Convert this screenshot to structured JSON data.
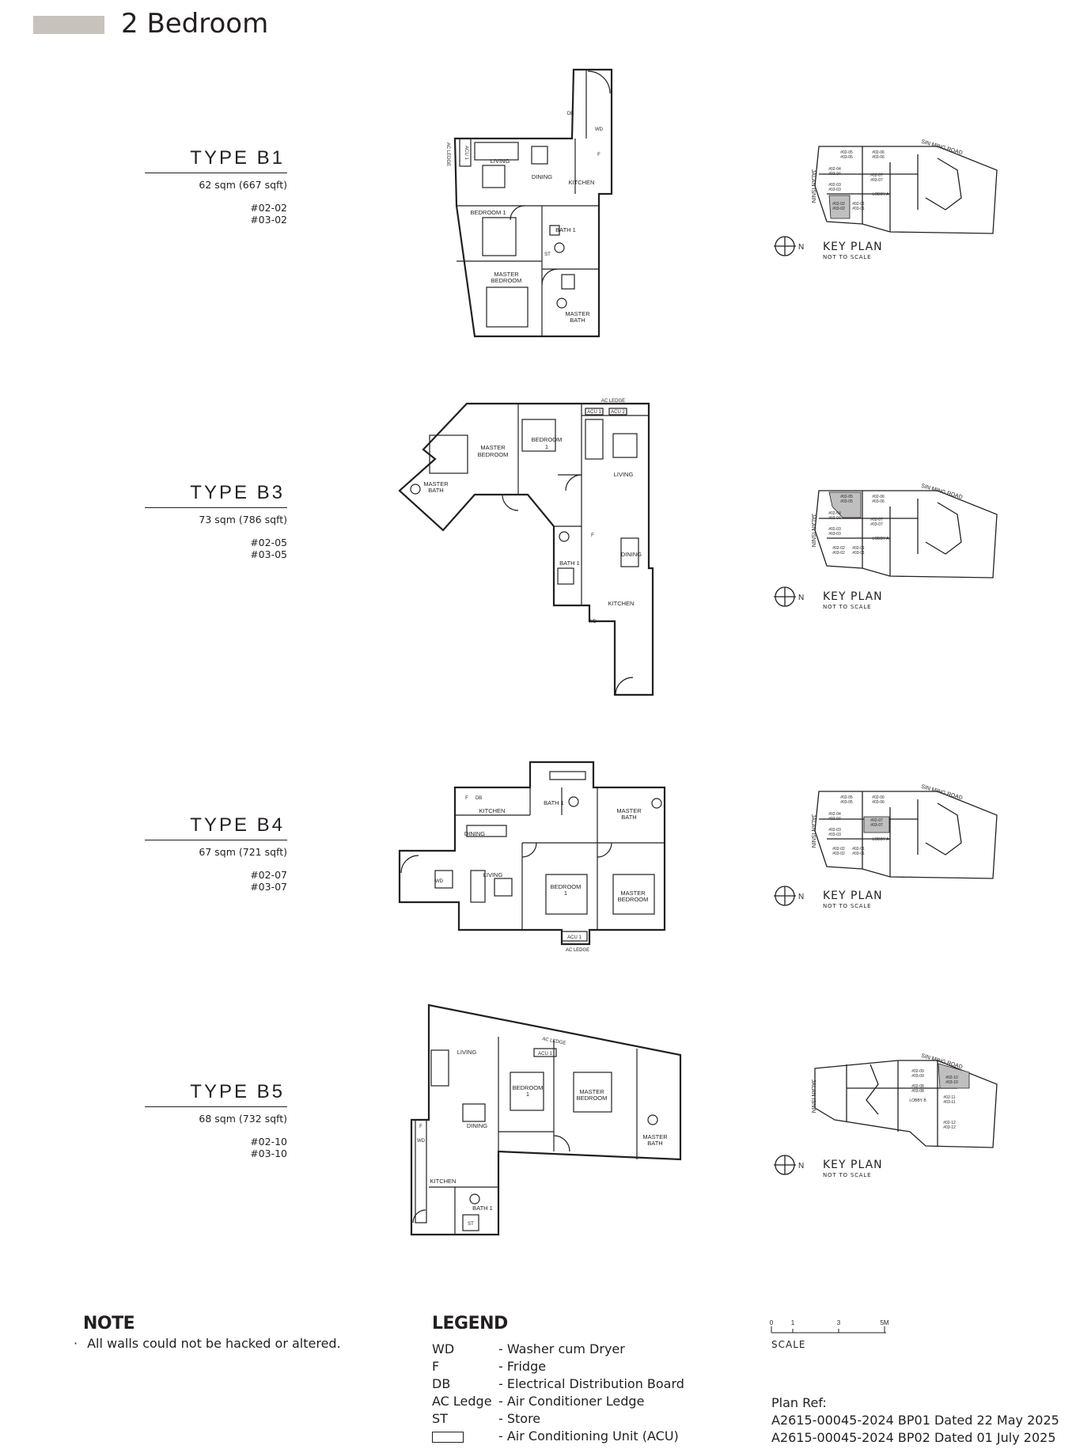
{
  "page": {
    "title": "2 Bedroom"
  },
  "units": [
    {
      "type": "TYPE B1",
      "area": "62 sqm (667 sqft)",
      "numbers": [
        "#02-02",
        "#03-02"
      ],
      "rooms": [
        "LIVING",
        "DINING",
        "KITCHEN",
        "BEDROOM 1",
        "BATH 1",
        "MASTER",
        "BEDROOM",
        "MASTER",
        "BATH"
      ],
      "tags": [
        "AC LEDGE",
        "ACU 1",
        "ST",
        "F",
        "WD",
        "DB"
      ]
    },
    {
      "type": "TYPE B3",
      "area": "73 sqm (786 sqft)",
      "numbers": [
        "#02-05",
        "#03-05"
      ],
      "rooms": [
        "MASTER",
        "BEDROOM",
        "BEDROOM",
        "1",
        "LIVING",
        "MASTER",
        "BATH",
        "BATH 1",
        "DINING",
        "KITCHEN"
      ],
      "tags": [
        "AC LEDGE",
        "ACU 1",
        "ACU 2",
        "F",
        "WD"
      ]
    },
    {
      "type": "TYPE B4",
      "area": "67 sqm (721 sqft)",
      "numbers": [
        "#02-07",
        "#03-07"
      ],
      "rooms": [
        "KITCHEN",
        "DINING",
        "BATH 1",
        "MASTER",
        "BATH",
        "LIVING",
        "BEDROOM",
        "1",
        "MASTER",
        "BEDROOM"
      ],
      "tags": [
        "AC LEDGE",
        "ACU 1",
        "F",
        "WD",
        "DB"
      ]
    },
    {
      "type": "TYPE B5",
      "area": "68 sqm (732 sqft)",
      "numbers": [
        "#02-10",
        "#03-10"
      ],
      "rooms": [
        "LIVING",
        "BEDROOM",
        "1",
        "MASTER",
        "BEDROOM",
        "DINING",
        "MASTER",
        "BATH",
        "KITCHEN",
        "BATH 1"
      ],
      "tags": [
        "AC LEDGE",
        "ACU 1",
        "F",
        "WD",
        "ST"
      ]
    }
  ],
  "keyplan": {
    "title": "KEY PLAN",
    "subtitle": "NOT TO SCALE",
    "north": "N",
    "road_main": "SIN MING ROAD",
    "road_side": "JALAN ISNIN",
    "lobby": "LOBBY A",
    "unit_labels": [
      "#02-05",
      "#03-05",
      "#02-06",
      "#03-06",
      "#02-04",
      "#03-04",
      "#02-07",
      "#03-07",
      "#02-03",
      "#03-03",
      "#02-02",
      "#03-02",
      "#02-01",
      "#03-01"
    ],
    "unit_labels_b5": [
      "#02-09",
      "#03-09",
      "#02-10",
      "#03-10",
      "#02-08",
      "#03-08",
      "#02-11",
      "#03-11",
      "#02-12",
      "#03-12"
    ],
    "lobby_b5": "LOBBY B",
    "highlight_color": "#bfbfbf"
  },
  "note": {
    "heading": "NOTE",
    "items": [
      "All walls could not be hacked or altered."
    ],
    "bullet": "·"
  },
  "legend": {
    "heading": "LEGEND",
    "items": [
      {
        "abbr": "WD",
        "desc": "- Washer cum Dryer"
      },
      {
        "abbr": "F",
        "desc": "- Fridge"
      },
      {
        "abbr": "DB",
        "desc": "- Electrical Distribution Board"
      },
      {
        "abbr": "AC Ledge",
        "desc": "- Air Conditioner Ledge"
      },
      {
        "abbr": "ST",
        "desc": "- Store"
      },
      {
        "abbr": "",
        "desc": "- Air Conditioning Unit (ACU)"
      }
    ]
  },
  "scale": {
    "label": "SCALE",
    "ticks": [
      "0",
      "1",
      "3",
      "5M"
    ]
  },
  "plan_ref": {
    "label": "Plan Ref:",
    "lines": [
      "A2615-00045-2024 BP01 Dated 22 May 2025",
      "A2615-00045-2024 BP02 Dated 01 July 2025"
    ]
  }
}
